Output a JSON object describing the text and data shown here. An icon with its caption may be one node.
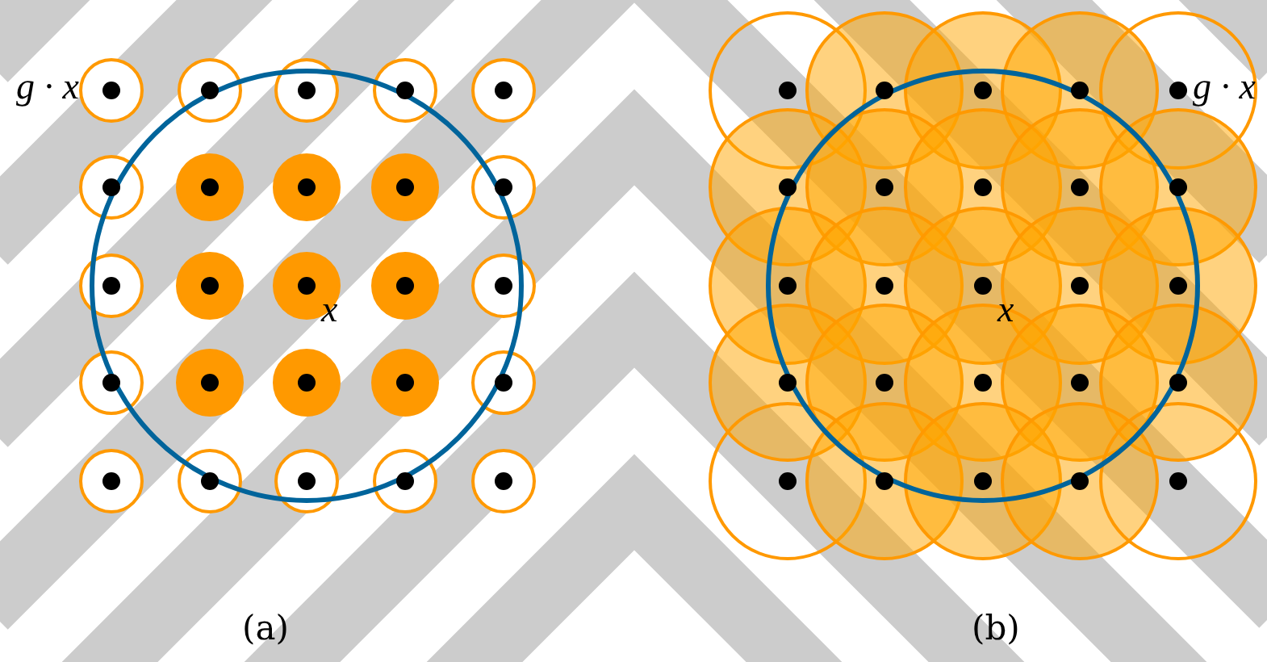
{
  "diagram": {
    "labels": [
      "g · x",
      "g · x",
      "x",
      "x",
      "(a)",
      "(b)"
    ]
  }
}
